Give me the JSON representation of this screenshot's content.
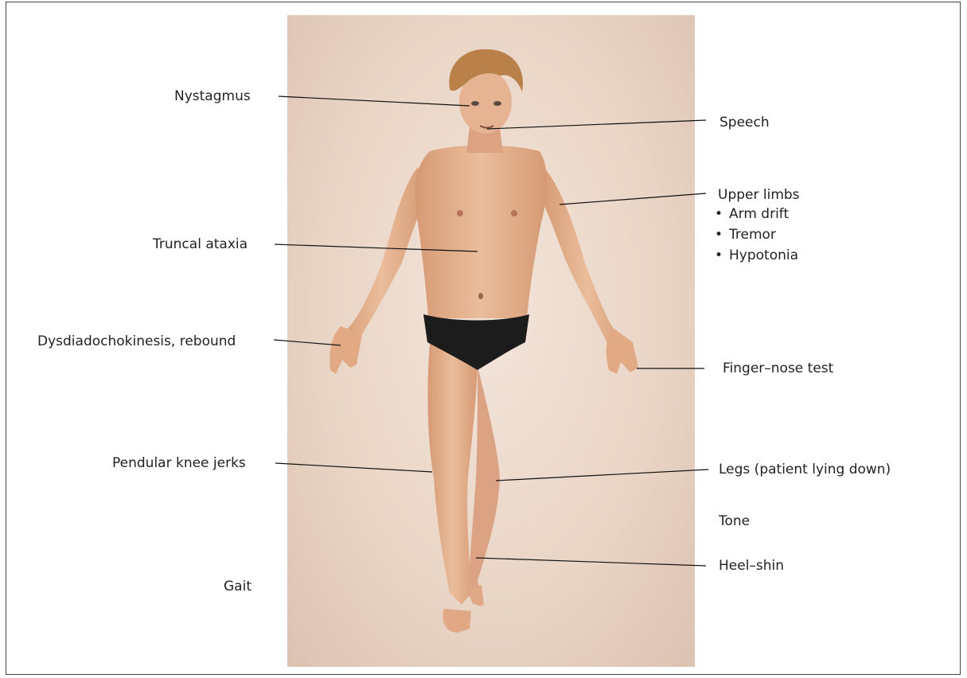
{
  "labels": {
    "nystagmus": "Nystagmus",
    "speech": "Speech",
    "upper_limbs": "Upper limbs",
    "upper_limbs_items": [
      "Arm drift",
      "Tremor",
      "Hypotonia"
    ],
    "truncal_ataxia": "Truncal ataxia",
    "dysdiadochokinesis": "Dysdiadochokinesis, rebound",
    "finger_nose": "Finger–nose test",
    "pendular_knee": "Pendular knee jerks",
    "legs": "Legs (patient lying down)",
    "tone": "Tone",
    "heel_shin": "Heel–shin",
    "gait": "Gait"
  },
  "colors": {
    "background": "#ead6c7",
    "skin": "#e3b08c",
    "hair": "#b9804a",
    "briefs": "#1c1c1c",
    "leader_line": "#111111"
  }
}
